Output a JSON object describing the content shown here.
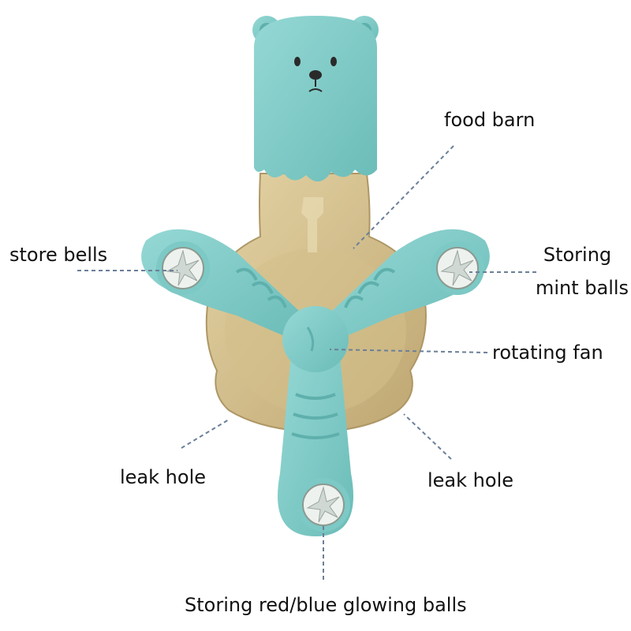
{
  "labels": {
    "food_barn": "food barn",
    "store_bells": "store bells",
    "storing_mint_1": "Storing",
    "storing_mint_2": "mint balls",
    "rotating_fan": "rotating fan",
    "leak_hole_left": "leak hole",
    "leak_hole_right": "leak hole",
    "storing_glowing": "Storing red/blue glowing balls"
  },
  "colors": {
    "teal": "#7cc9c6",
    "teal_dark": "#5fb0ad",
    "amber": "#c9b27c",
    "amber_dark": "#9e8650",
    "leader": "#6b7f99"
  }
}
